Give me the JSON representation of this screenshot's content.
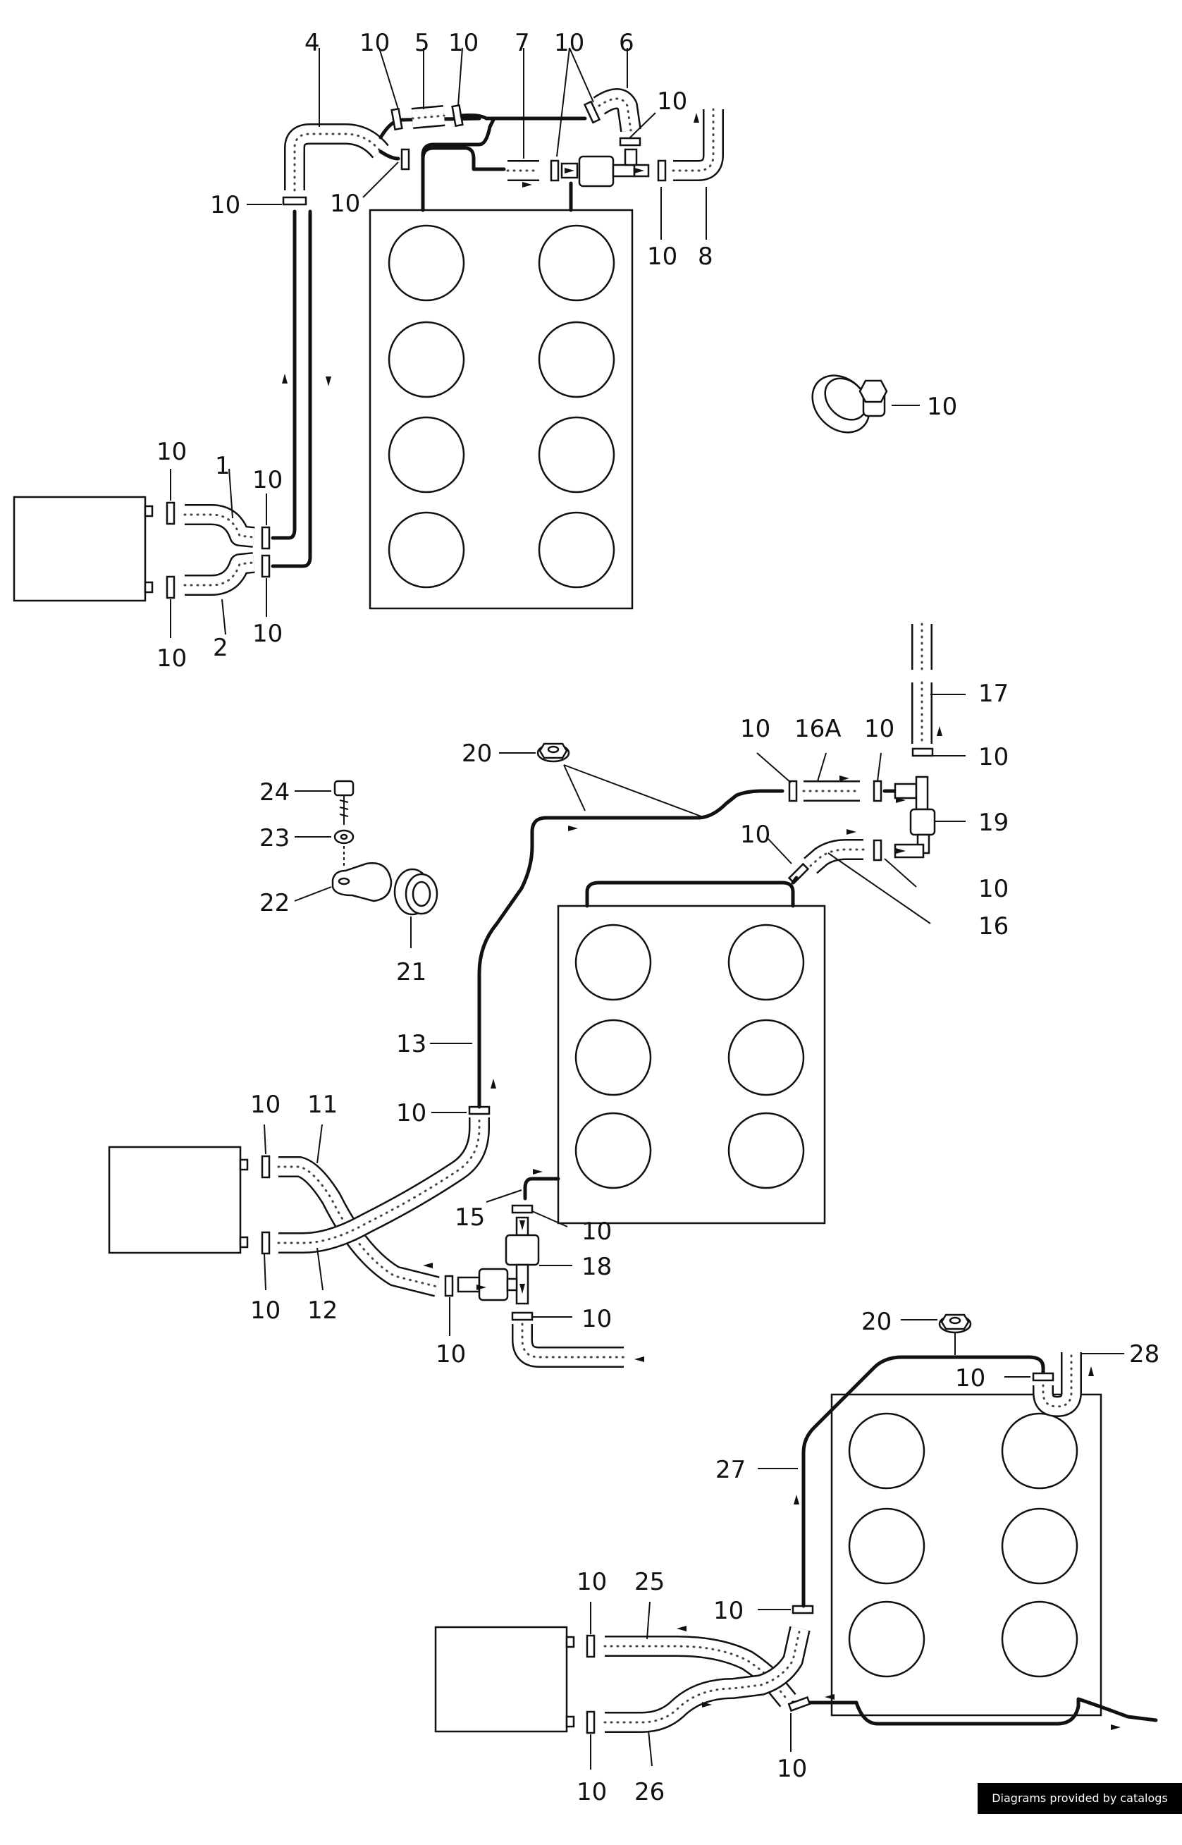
{
  "credit": "Diagrams provided by catalogs parts",
  "labels": {
    "l1": "1",
    "l2": "2",
    "l4": "4",
    "l5": "5",
    "l6": "6",
    "l7": "7",
    "l8": "8",
    "l11": "11",
    "l12": "12",
    "l13": "13",
    "l15": "15",
    "l16": "16",
    "l16a": "16A",
    "l17": "17",
    "l18": "18",
    "l19": "19",
    "l20": "20",
    "l21": "21",
    "l22": "22",
    "l23": "23",
    "l24": "24",
    "l25": "25",
    "l26": "26",
    "l27": "27",
    "l28": "28",
    "l10": "10"
  }
}
